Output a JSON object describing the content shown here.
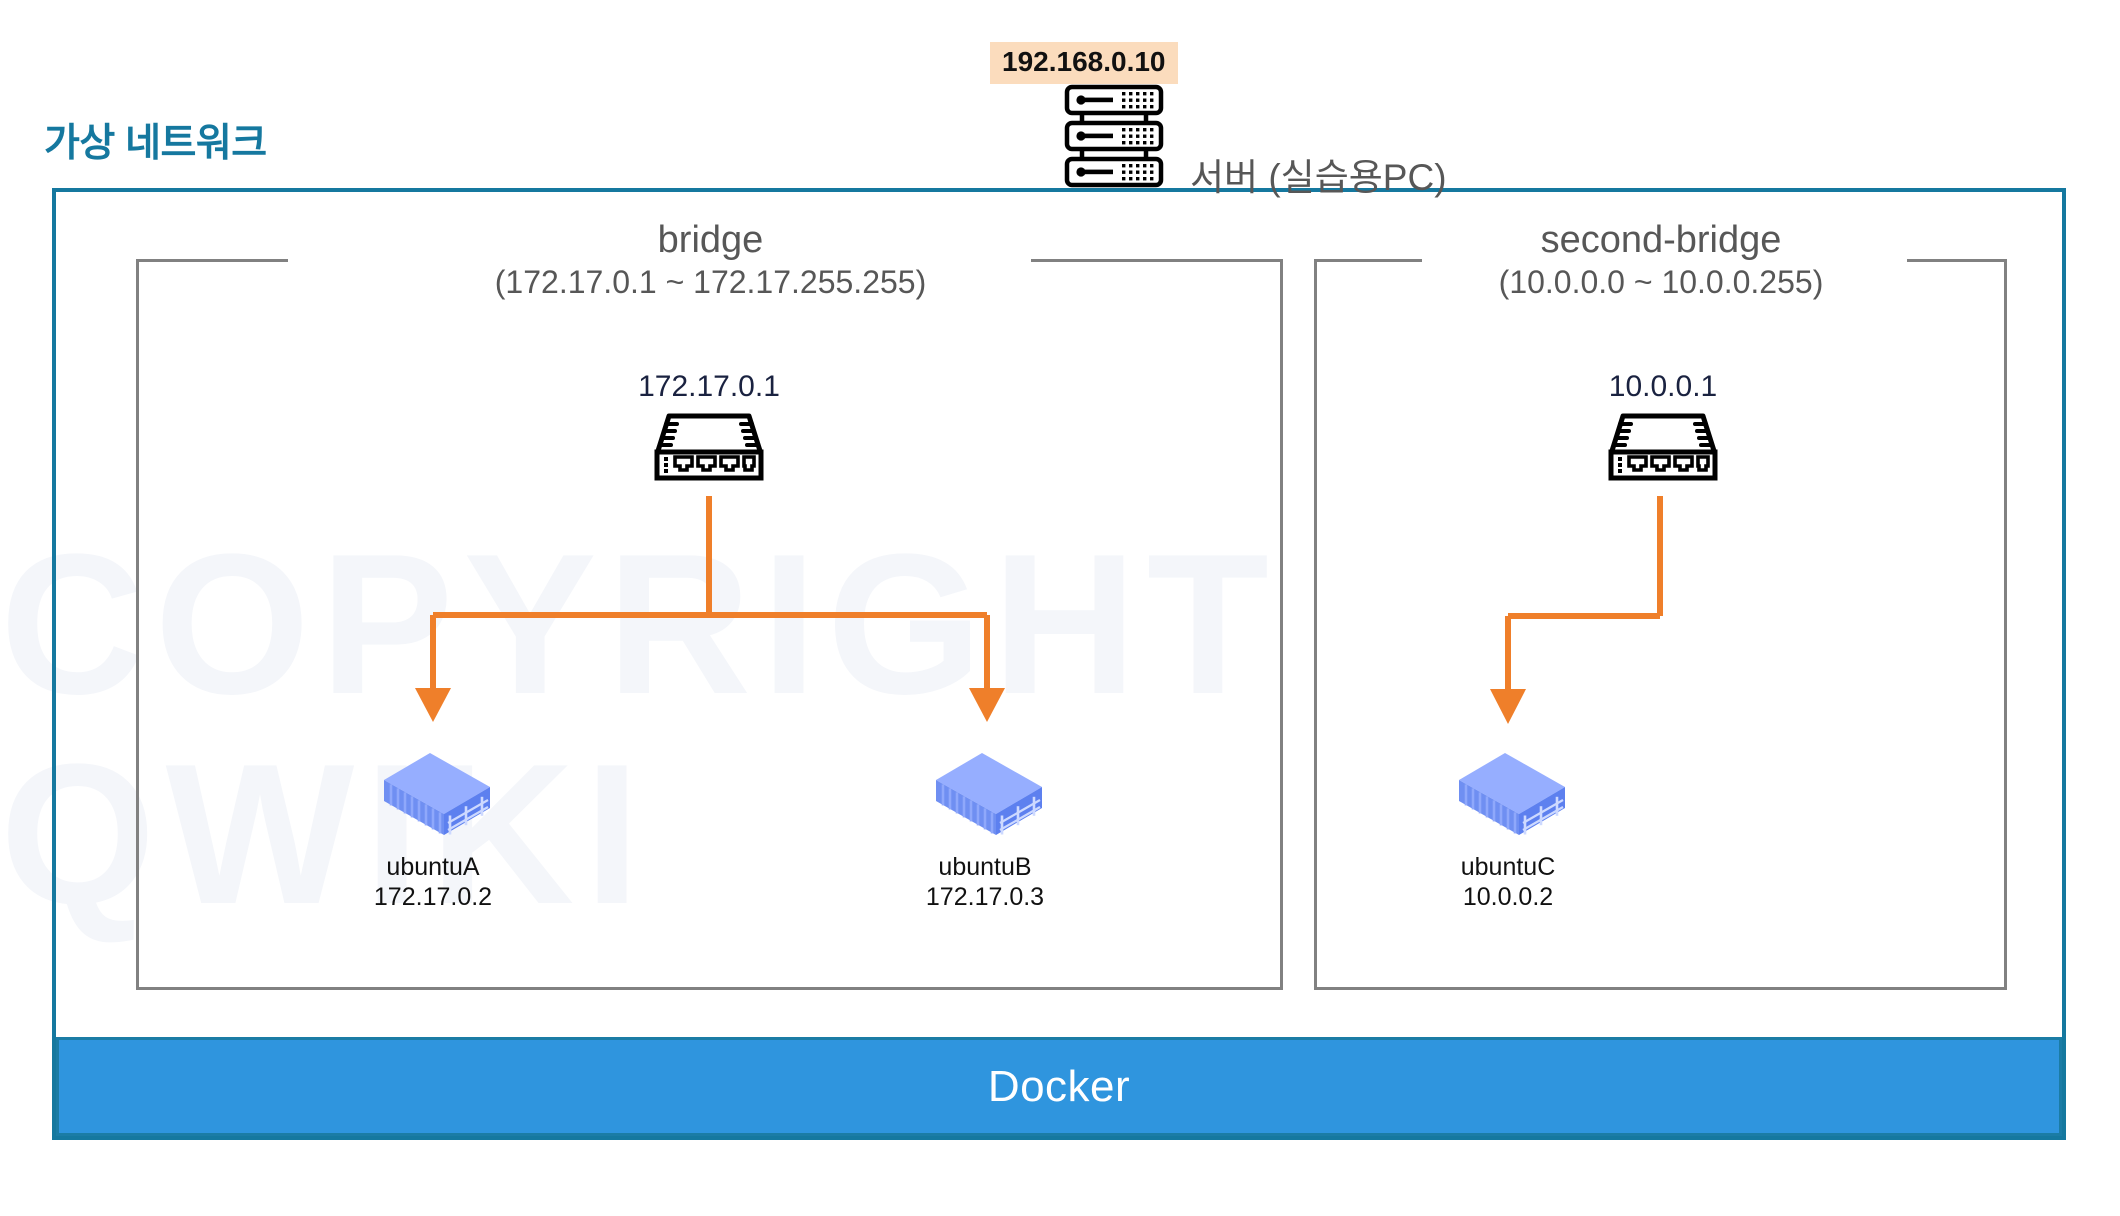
{
  "diagram": {
    "watermark_text": "COPYRIGHT BY\nQWIKI",
    "virtual_network_title": "가상 네트워크",
    "docker_label": "Docker",
    "server": {
      "ip": "192.168.0.10",
      "label": "서버 (실습용PC)",
      "icon": "server-rack-icon",
      "ip_highlight_color": "#fbdcbd"
    },
    "networks": [
      {
        "id": "bridge",
        "name": "bridge",
        "range": "(172.17.0.1 ~ 172.17.255.255)",
        "gateway_ip": "172.17.0.1",
        "gateway_icon": "network-switch-icon",
        "containers": [
          {
            "name": "ubuntuA",
            "ip": "172.17.0.2",
            "icon": "container-icon"
          },
          {
            "name": "ubuntuB",
            "ip": "172.17.0.3",
            "icon": "container-icon"
          }
        ]
      },
      {
        "id": "second-bridge",
        "name": "second-bridge",
        "range": "(10.0.0.0 ~ 10.0.0.255)",
        "gateway_ip": "10.0.0.1",
        "gateway_icon": "network-switch-icon",
        "containers": [
          {
            "name": "ubuntuC",
            "ip": "10.0.0.2",
            "icon": "container-icon"
          }
        ]
      }
    ],
    "colors": {
      "title_teal": "#15789f",
      "frame_teal": "#15789f",
      "box_gray": "#818181",
      "connector_orange": "#ef7f2a",
      "docker_blue": "#2f95de",
      "container_blue": "#7a96f5",
      "text_gray": "#575757",
      "ip_navy": "#1a2240"
    }
  }
}
